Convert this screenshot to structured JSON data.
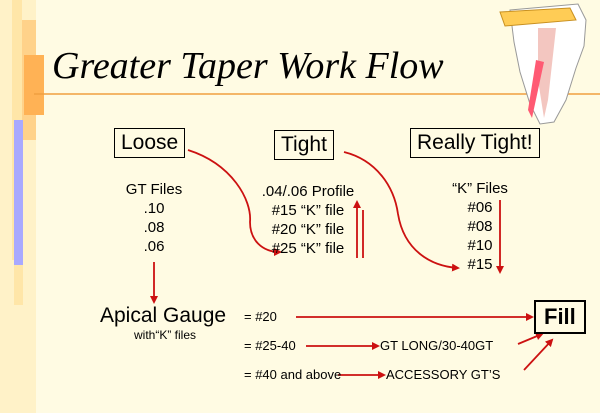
{
  "title": "Greater Taper Work Flow",
  "boxes": {
    "loose": "Loose",
    "tight": "Tight",
    "really_tight": "Really Tight!"
  },
  "loose_list": [
    "GT Files",
    ".10",
    ".08",
    ".06"
  ],
  "tight_list": [
    ".04/.06 Profile",
    "#15 “K” file",
    "#20 “K” file",
    "#25 “K” file"
  ],
  "really_tight_list": [
    "“K” Files",
    "#06",
    "#08",
    "#10",
    "#15"
  ],
  "apical_gauge": {
    "label": "Apical Gauge",
    "sublabel": "with“K” files"
  },
  "options": [
    {
      "size": "= #20",
      "target": ""
    },
    {
      "size": "= #25-40",
      "target": "GT LONG/30-40GT"
    },
    {
      "size": "= #40 and above",
      "target": "ACCESSORY GT’S"
    }
  ],
  "fill": "Fill",
  "colors": {
    "background": "#fffbe3",
    "arrow": "#cc1111",
    "bar_orange": "#ffb255",
    "bar_blue": "#a9a9ff"
  }
}
